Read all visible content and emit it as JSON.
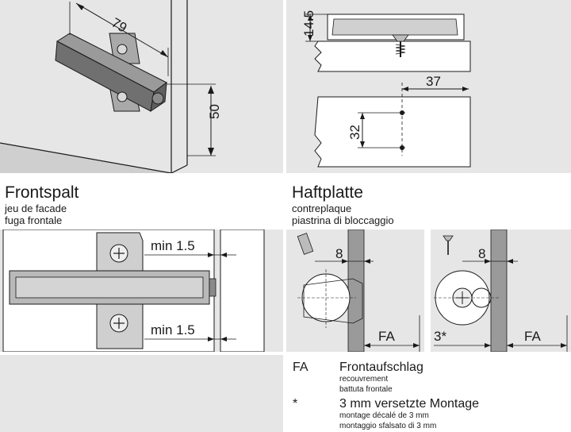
{
  "dims": {
    "hinge_width": "79",
    "hinge_height": "50",
    "plate_height": "14.5",
    "hole_distance": "37",
    "hole_spacing": "32",
    "gap_top": "min 1.5",
    "gap_bottom": "min 1.5",
    "plate_offset_a": "8",
    "plate_offset_b": "8",
    "overlay_a": "FA",
    "overlay_b": "FA",
    "offset_mark": "3*"
  },
  "frontspalt": {
    "title": "Frontspalt",
    "fr": "jeu de facade",
    "it": "fuga frontale"
  },
  "haftplatte": {
    "title": "Haftplatte",
    "fr": "contreplaque",
    "it": "piastrina di bloccaggio"
  },
  "legend": {
    "fa_key": "FA",
    "fa_de": "Frontaufschlag",
    "fa_fr": "recouvrement",
    "fa_it": "battuta frontale",
    "star_key": "*",
    "star_de": "3 mm versetzte Montage",
    "star_fr": "montage décalé de 3 mm",
    "star_it": "montaggio sfalsato di 3 mm"
  },
  "colors": {
    "panel": "#e6e6e6",
    "line": "#1a1a1a",
    "metal": "#8f8f8f"
  }
}
